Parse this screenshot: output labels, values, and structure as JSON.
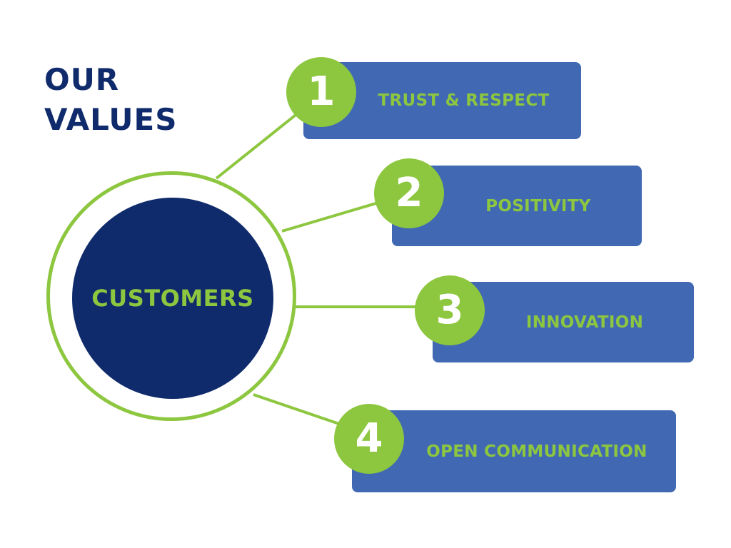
{
  "title": {
    "line1": "OUR",
    "line2": "VALUES"
  },
  "hub": {
    "label": "CUSTOMERS"
  },
  "values": [
    {
      "number": "1",
      "label": "TRUST & RESPECT"
    },
    {
      "number": "2",
      "label": "POSITIVITY"
    },
    {
      "number": "3",
      "label": "INNOVATION"
    },
    {
      "number": "4",
      "label": "OPEN COMMUNICATION"
    }
  ],
  "colors": {
    "navy": "#0f2b6b",
    "green": "#8dc63f",
    "box_blue": "#4169b3",
    "background": "#ffffff"
  }
}
